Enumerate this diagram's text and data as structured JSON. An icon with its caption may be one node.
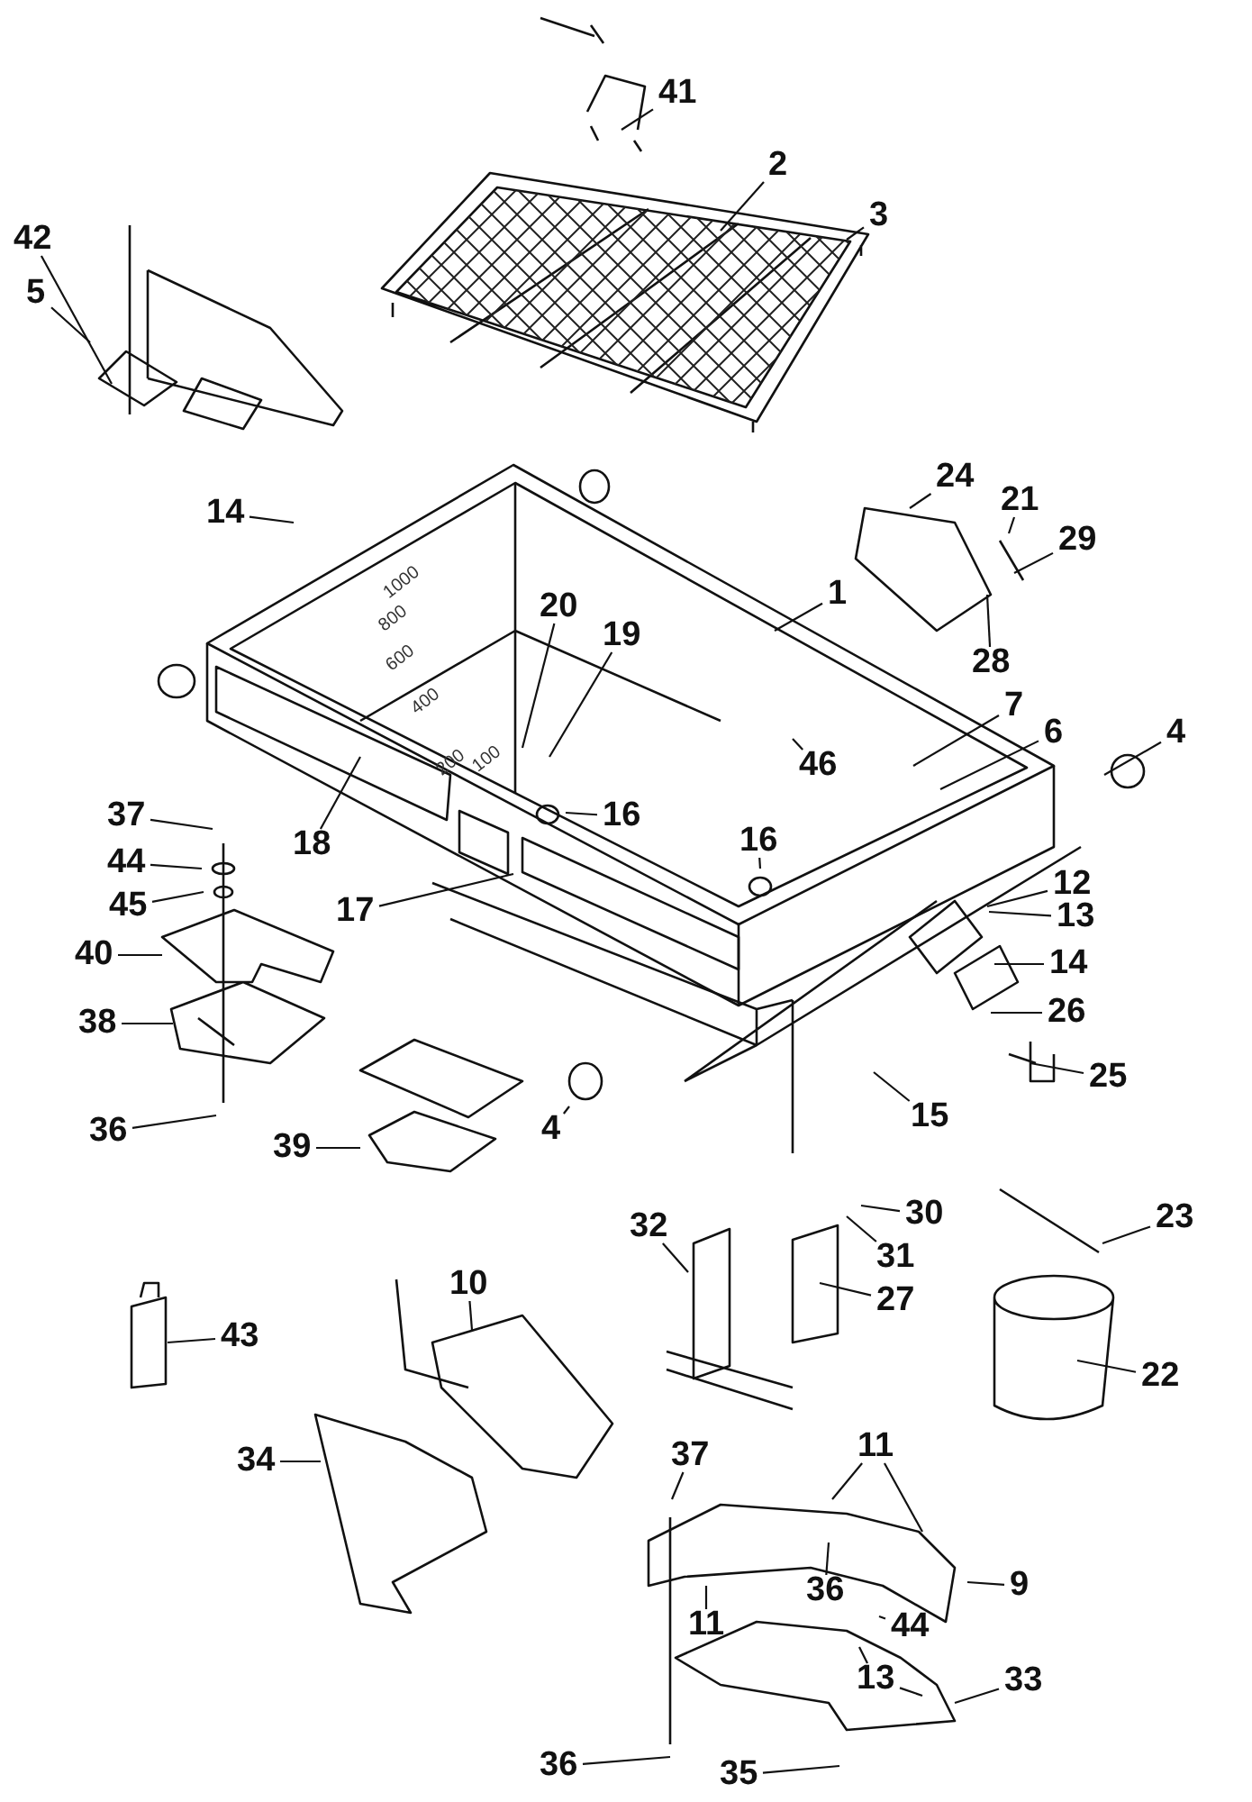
{
  "diagram": {
    "nodes": [
      {
        "text": [
          "41"
        ]
      },
      {
        "text": [
          "2"
        ]
      },
      {
        "text": [
          "3"
        ]
      },
      {
        "text": [
          "42"
        ]
      },
      {
        "text": [
          "5"
        ]
      },
      {
        "text": [
          "24"
        ]
      },
      {
        "text": [
          "21"
        ]
      },
      {
        "text": [
          "14"
        ]
      },
      {
        "text": [
          "29"
        ]
      },
      {
        "text": [
          "1"
        ]
      },
      {
        "text": [
          "20"
        ]
      },
      {
        "text": [
          "19"
        ]
      },
      {
        "text": [
          "28"
        ]
      },
      {
        "text": [
          "7"
        ]
      },
      {
        "text": [
          "6"
        ]
      },
      {
        "text": [
          "4"
        ]
      },
      {
        "text": [
          "46"
        ]
      },
      {
        "text": [
          "16"
        ]
      },
      {
        "text": [
          "37"
        ]
      },
      {
        "text": [
          "16"
        ]
      },
      {
        "text": [
          "18"
        ]
      },
      {
        "text": [
          "44"
        ]
      },
      {
        "text": [
          "12"
        ]
      },
      {
        "text": [
          "45"
        ]
      },
      {
        "text": [
          "17"
        ]
      },
      {
        "text": [
          "13"
        ]
      },
      {
        "text": [
          "40"
        ]
      },
      {
        "text": [
          "14"
        ]
      },
      {
        "text": [
          "26"
        ]
      },
      {
        "text": [
          "38"
        ]
      },
      {
        "text": [
          "25"
        ]
      },
      {
        "text": [
          "15"
        ]
      },
      {
        "text": [
          "4"
        ]
      },
      {
        "text": [
          "36"
        ]
      },
      {
        "text": [
          "39"
        ]
      },
      {
        "text": [
          "23"
        ]
      },
      {
        "text": [
          "30"
        ]
      },
      {
        "text": [
          "32"
        ]
      },
      {
        "text": [
          "31"
        ]
      },
      {
        "text": [
          "10"
        ]
      },
      {
        "text": [
          "27"
        ]
      },
      {
        "text": [
          "43"
        ]
      },
      {
        "text": [
          "22"
        ]
      },
      {
        "text": [
          "11"
        ]
      },
      {
        "text": [
          "37"
        ]
      },
      {
        "text": [
          "34"
        ]
      },
      {
        "text": [
          "9"
        ]
      },
      {
        "text": [
          "36"
        ]
      },
      {
        "text": [
          "11"
        ]
      },
      {
        "text": [
          "44"
        ]
      },
      {
        "text": [
          "13"
        ]
      },
      {
        "text": [
          "33"
        ]
      },
      {
        "text": [
          "36"
        ]
      },
      {
        "text": [
          "35"
        ]
      }
    ],
    "edges": [
      {
        "from": 0,
        "to": null,
        "arrow": "none"
      },
      {
        "from": 1,
        "to": null,
        "arrow": "none"
      },
      {
        "from": 2,
        "to": null,
        "arrow": "none"
      },
      {
        "from": 3,
        "to": null,
        "arrow": "none"
      },
      {
        "from": 4,
        "to": null,
        "arrow": "none"
      },
      {
        "from": 5,
        "to": null,
        "arrow": "none"
      },
      {
        "from": 6,
        "to": null,
        "arrow": "none"
      },
      {
        "from": 7,
        "to": null,
        "arrow": "none"
      },
      {
        "from": 8,
        "to": null,
        "arrow": "none"
      },
      {
        "from": 9,
        "to": null,
        "arrow": "none"
      },
      {
        "from": 10,
        "to": null,
        "arrow": "none"
      },
      {
        "from": 11,
        "to": null,
        "arrow": "none"
      },
      {
        "from": 12,
        "to": null,
        "arrow": "none"
      },
      {
        "from": 13,
        "to": null,
        "arrow": "none"
      },
      {
        "from": 14,
        "to": null,
        "arrow": "none"
      },
      {
        "from": 15,
        "to": null,
        "arrow": "none"
      },
      {
        "from": 16,
        "to": null,
        "arrow": "none"
      },
      {
        "from": 17,
        "to": null,
        "arrow": "none"
      },
      {
        "from": 18,
        "to": null,
        "arrow": "none"
      },
      {
        "from": 19,
        "to": null,
        "arrow": "none"
      },
      {
        "from": 20,
        "to": null,
        "arrow": "none"
      },
      {
        "from": 21,
        "to": null,
        "arrow": "none"
      },
      {
        "from": 22,
        "to": null,
        "arrow": "none"
      },
      {
        "from": 23,
        "to": null,
        "arrow": "none"
      },
      {
        "from": 24,
        "to": null,
        "arrow": "none"
      },
      {
        "from": 25,
        "to": null,
        "arrow": "none"
      },
      {
        "from": 26,
        "to": null,
        "arrow": "none"
      },
      {
        "from": 27,
        "to": null,
        "arrow": "none"
      },
      {
        "from": 28,
        "to": null,
        "arrow": "none"
      },
      {
        "from": 29,
        "to": null,
        "arrow": "none"
      },
      {
        "from": 30,
        "to": null,
        "arrow": "none"
      },
      {
        "from": 31,
        "to": null,
        "arrow": "none"
      },
      {
        "from": 32,
        "to": null,
        "arrow": "none"
      },
      {
        "from": 33,
        "to": null,
        "arrow": "none"
      },
      {
        "from": 34,
        "to": null,
        "arrow": "none"
      },
      {
        "from": 35,
        "to": null,
        "arrow": "none"
      },
      {
        "from": 36,
        "to": null,
        "arrow": "none"
      },
      {
        "from": 37,
        "to": null,
        "arrow": "none"
      },
      {
        "from": 38,
        "to": null,
        "arrow": "none"
      },
      {
        "from": 39,
        "to": null,
        "arrow": "none"
      },
      {
        "from": 40,
        "to": null,
        "arrow": "none"
      },
      {
        "from": 41,
        "to": null,
        "arrow": "none"
      },
      {
        "from": 42,
        "to": null,
        "arrow": "none"
      },
      {
        "from": 43,
        "to": null,
        "arrow": "none"
      },
      {
        "from": 43,
        "to": null,
        "arrow": "none"
      },
      {
        "from": 44,
        "to": null,
        "arrow": "none"
      },
      {
        "from": 45,
        "to": null,
        "arrow": "none"
      },
      {
        "from": 46,
        "to": null,
        "arrow": "none"
      },
      {
        "from": 47,
        "to": null,
        "arrow": "none"
      },
      {
        "from": 48,
        "to": null,
        "arrow": "none"
      },
      {
        "from": 49,
        "to": null,
        "arrow": "none"
      },
      {
        "from": 50,
        "to": null,
        "arrow": "none"
      },
      {
        "from": 50,
        "to": null,
        "arrow": "none"
      },
      {
        "from": 51,
        "to": null,
        "arrow": "none"
      },
      {
        "from": 52,
        "to": null,
        "arrow": "none"
      },
      {
        "from": 53,
        "to": null,
        "arrow": "none"
      }
    ],
    "labels": [
      "1000",
      "800",
      "600",
      "400",
      "200",
      "100"
    ]
  }
}
